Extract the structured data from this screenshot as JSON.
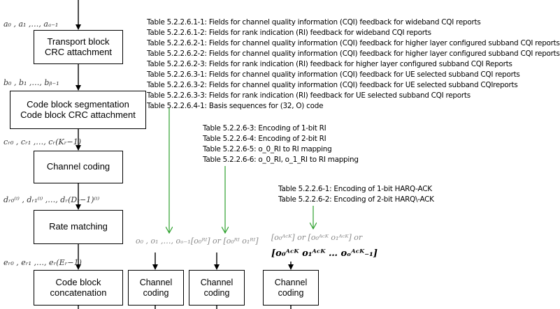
{
  "blocks": {
    "transport_crc": [
      "Transport block",
      "CRC attachment"
    ],
    "segmentation": [
      "Code block segmentation",
      "Code block CRC attachment"
    ],
    "channel_coding": [
      "Channel coding"
    ],
    "rate_matching": [
      "Rate matching"
    ],
    "concatenation": [
      "Code block",
      "concatenation"
    ],
    "cqi_coding": [
      "Channel",
      "coding"
    ],
    "ri_coding": [
      "Channel",
      "coding"
    ],
    "ack_coding": [
      "Channel",
      "coding"
    ]
  },
  "signals": {
    "a": "a₀ , a₁ ,…, aₐ₋₁",
    "b": "b₀ , b₁ ,…, bᵦ₋₁",
    "c": "cᵣ₀ , cᵣ₁ ,…, cᵣ(Kᵣ−1)",
    "d": "dᵣ₀⁽ⁱ⁾ , dᵣ₁⁽ⁱ⁾ ,…, dᵣ(Dᵣ−1)⁽ⁱ⁾",
    "e": "eᵣ₀ , eᵣ₁ ,…, eᵣ(Eᵣ−1)",
    "o_cqi": "o₀ , o₁ ,…, oₒ₋₁",
    "o_ri": "[o₀ᴿᴵ] or [o₀ᴿᴵ  o₁ᴿᴵ]",
    "o_ack_1": "[o₀ᴬᶜᴷ] or [o₀ᴬᶜᴷ  o₁ᴬᶜᴷ] or",
    "o_ack_2": "[o₀ᴬᶜᴷ  o₁ᴬᶜᴷ … oₒᴬᶜᴷ₋₁]"
  },
  "references": {
    "cqi_tables": [
      "Table 5.2.2.6.1-1: Fields for channel quality information (CQI) feedback for wideband CQI reports",
      "Table 5.2.2.6.1-2: Fields for rank indication (RI) feedback for wideband CQI reports",
      "Table 5.2.2.6.2-1: Fields for channel quality information (CQI) feedback for higher layer configured subband CQI reports",
      "Table 5.2.2.6.2-2: Fields for channel quality information (CQI) feedback for higher layer configured subband CQI reports",
      "Table 5.2.2.6.2-3: Fields for rank indication (RI) feedback for higher layer configured subband CQI Reports",
      "Table 5.2.2.6.3-1: Fields for channel quality information (CQI) feedback for UE selected subband CQI reports",
      "Table 5.2.2.6.3-2: Fields for channel quality information (CQI) feedback for UE selected subband CQIreports",
      "Table 5.2.2.6.3-3: Fields for rank indication (RI) feedback for UE selected subband CQI reports",
      "Table 5.2.2.6.4-1: Basis sequences for (32, O) code"
    ],
    "ri_tables": [
      "Table 5.2.2.6-3: Encoding of 1-bit RI",
      "Table 5.2.2.6-4: Encoding of 2-bit RI",
      "Table 5.2.2.6-5: o_0_RI to RI mapping",
      "Table 5.2.2.6-6: o_0_RI, o_1_RI to RI mapping"
    ],
    "ack_tables": [
      "Table 5.2.2.6-1: Encoding of 1-bit HARQ-ACK",
      "Table 5.2.2.6-2: Encoding of 2-bit HARQ\\-ACK"
    ]
  },
  "colors": {
    "pointer_arrow": "#2ea12e",
    "box_border": "#000000",
    "signal_text": "#333333"
  }
}
